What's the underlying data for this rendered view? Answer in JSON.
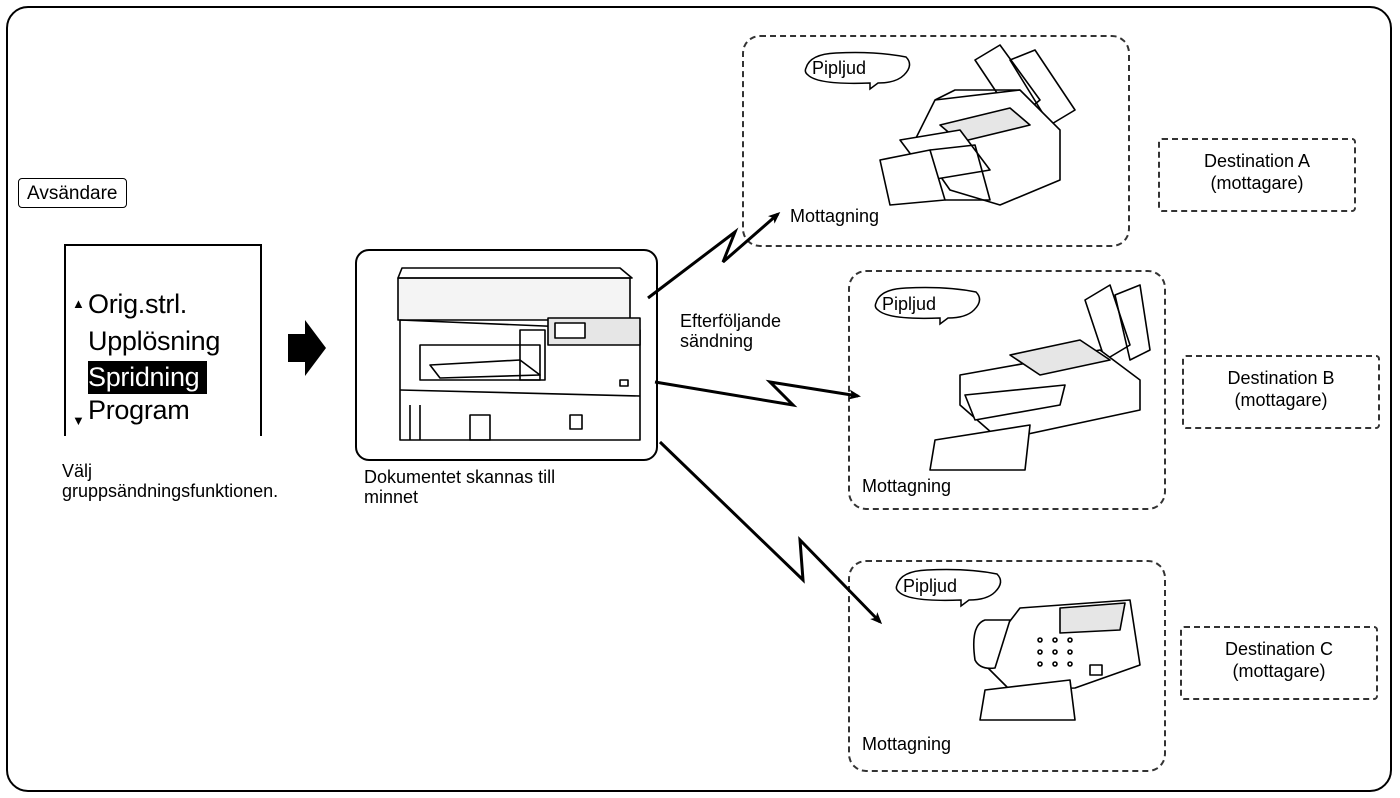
{
  "sender": {
    "label": "Avsändare"
  },
  "menu": {
    "items": [
      {
        "label": "Orig.strl."
      },
      {
        "label": "Upplösning"
      },
      {
        "label": "Spridning"
      },
      {
        "label": "Program"
      }
    ]
  },
  "captions": {
    "select_function": [
      "Välj",
      "gruppsändningsfunktionen."
    ],
    "scanned_to_memory": [
      "Dokumentet skannas till",
      "minnet"
    ],
    "sequential": [
      "Efterföljande",
      "sändning"
    ]
  },
  "destinations": [
    {
      "bubble": "Pipljud",
      "receiving": "Mottagning",
      "title": "Destination A",
      "subtitle": "(mottagare)"
    },
    {
      "bubble": "Pipljud",
      "receiving": "Mottagning",
      "title": "Destination B",
      "subtitle": "(mottagare)"
    },
    {
      "bubble": "Pipljud",
      "receiving": "Mottagning",
      "title": "Destination C",
      "subtitle": "(mottagare)"
    }
  ]
}
